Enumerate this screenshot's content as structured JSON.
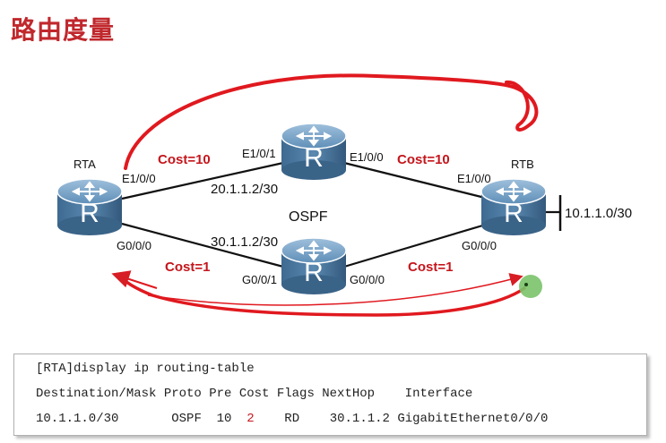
{
  "title": "路由度量",
  "routers": {
    "rta": {
      "name": "RTA",
      "glyph": "R"
    },
    "rtb": {
      "name": "RTB",
      "glyph": "R"
    },
    "top": {
      "glyph": "R"
    },
    "bottom": {
      "glyph": "R"
    }
  },
  "interfaces": {
    "rta_e1": "E1/0/0",
    "rta_g0": "G0/0/0",
    "top_left": "E1/0/1",
    "top_right": "E1/0/0",
    "bottom_left": "G0/0/1",
    "bottom_right": "G0/0/0",
    "rtb_e1": "E1/0/0",
    "rtb_g0": "G0/0/0"
  },
  "addresses": {
    "top_link": "20.1.1.2/30",
    "bottom_link": "30.1.1.2/30",
    "rtb_network": "10.1.1.0/30"
  },
  "protocol_label": "OSPF",
  "costs": {
    "upper_left": "Cost=10",
    "upper_right": "Cost=10",
    "lower_left": "Cost=1",
    "lower_right": "Cost=1"
  },
  "colors": {
    "accent_red": "#c4161c",
    "router_blue": "#4f7fa8",
    "marker_green": "#7ac36a"
  },
  "cli": {
    "command": "[RTA]display ip routing-table",
    "header": "Destination/Mask Proto Pre Cost Flags NextHop    Interface",
    "row": {
      "destination": "10.1.1.0/30",
      "proto": "OSPF",
      "pre": "10",
      "cost": "2",
      "flags": "RD",
      "nexthop": "30.1.1.2",
      "interface": "GigabitEthernet0/0/0"
    }
  }
}
